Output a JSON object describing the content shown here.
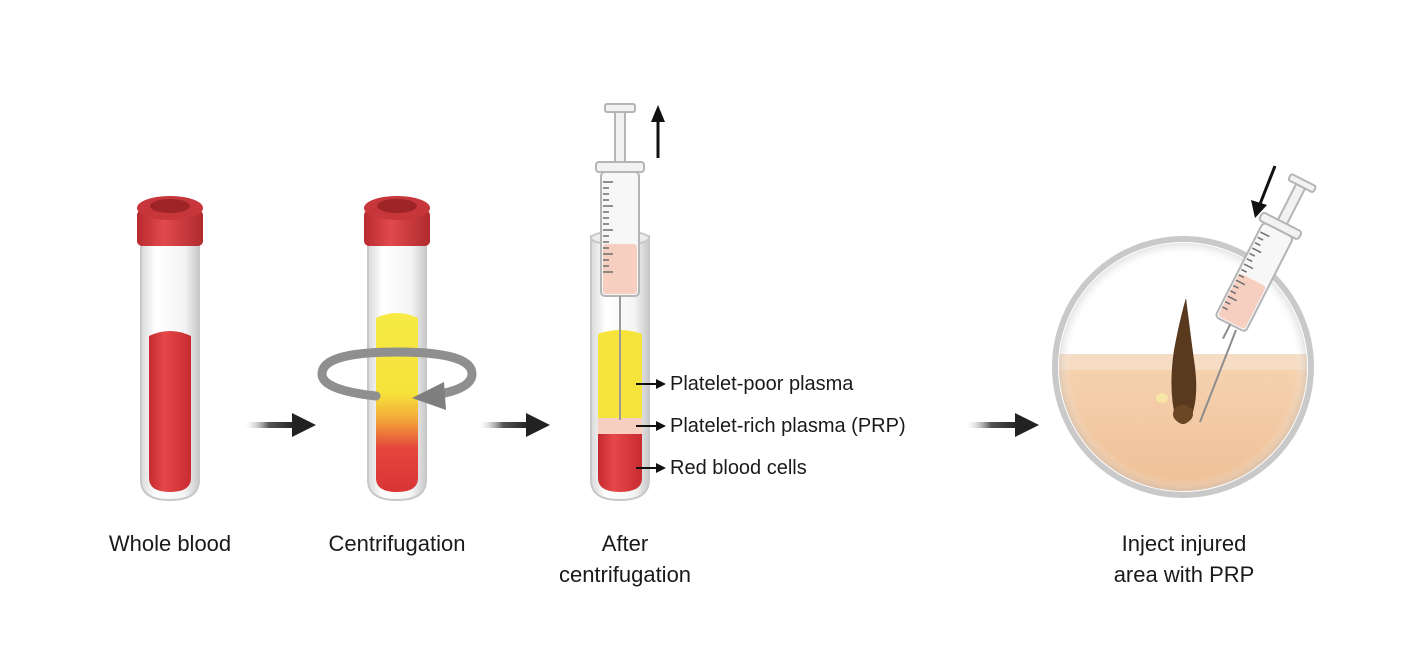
{
  "steps": {
    "whole_blood": "Whole blood",
    "centrifugation": "Centrifugation",
    "after_line1": "After",
    "after_line2": "centrifugation",
    "inject_line1": "Inject injured",
    "inject_line2": "area with PRP"
  },
  "layers": {
    "platelet_poor": "Platelet-poor plasma",
    "platelet_rich": "Platelet-rich plasma (PRP)",
    "red_cells": "Red blood cells"
  },
  "colors": {
    "blood_red": "#e0383a",
    "cap_red": "#d73a3f",
    "plasma_yellow": "#f6e43d",
    "prp_pink": "#f6cfc0",
    "skin": "#f2c9a4",
    "hair": "#5a3a1e",
    "arrow_gray": "#333333"
  },
  "icons": {
    "rotation": "rotation-arrow-icon",
    "flow": "right-arrow-icon",
    "syringe": "syringe-icon"
  }
}
